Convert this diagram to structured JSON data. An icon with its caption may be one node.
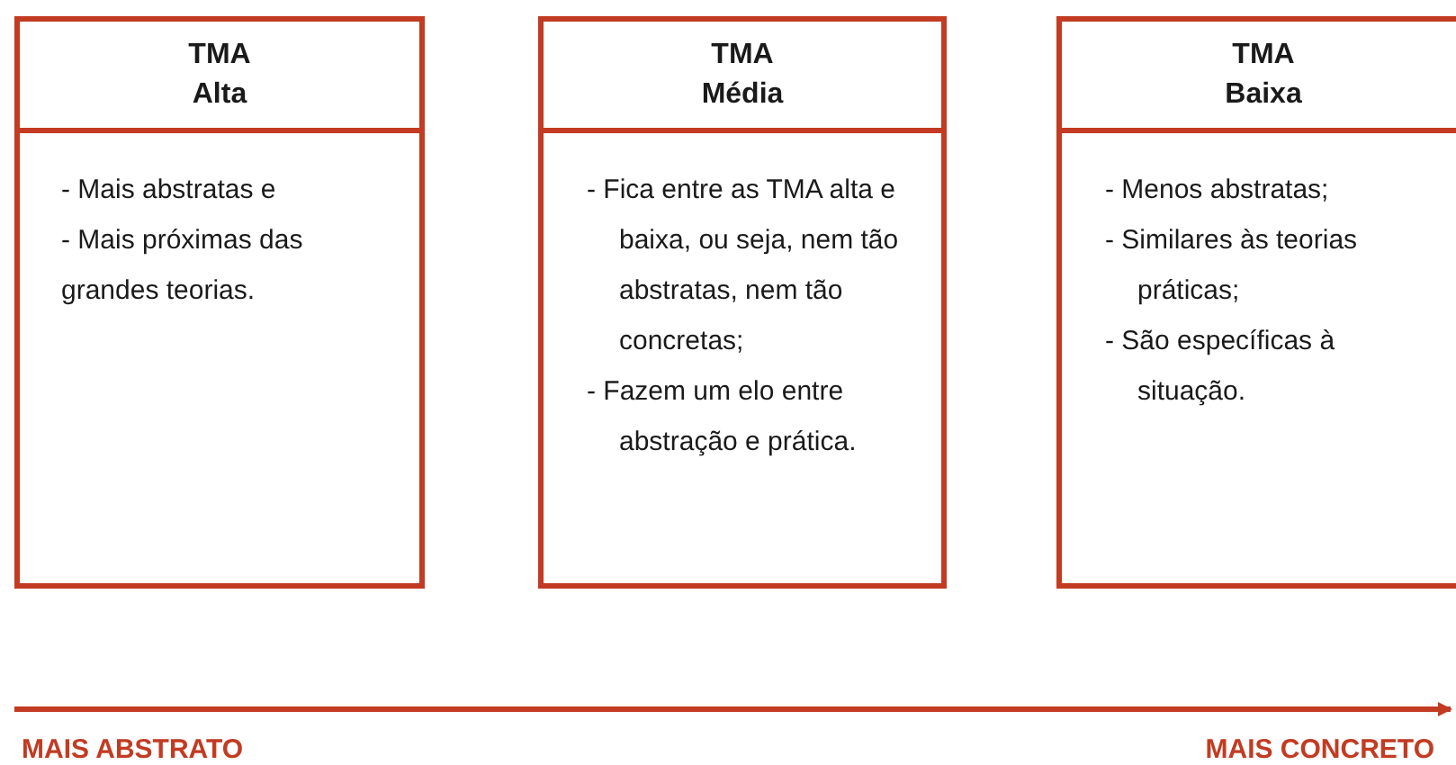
{
  "diagram": {
    "nodes": [
      {
        "text": [
          "TMA Alta",
          "- Mais abstratas e",
          "- Mais próximas das grandes teorias."
        ]
      },
      {
        "text": [
          "TMA Média",
          "- Fica entre as TMA alta e baixa, ou seja, nem tão abstratas, nem tão concretas;",
          "- Fazem um elo entre abstração e prática."
        ]
      },
      {
        "text": [
          "TMA Baixa",
          "- Menos abstratas;",
          "- Similares às teorias práticas;",
          "- São específicas à situação."
        ]
      }
    ],
    "edges": [],
    "labels": [
      "MAIS ABSTRATO",
      "MAIS CONCRETO"
    ]
  }
}
